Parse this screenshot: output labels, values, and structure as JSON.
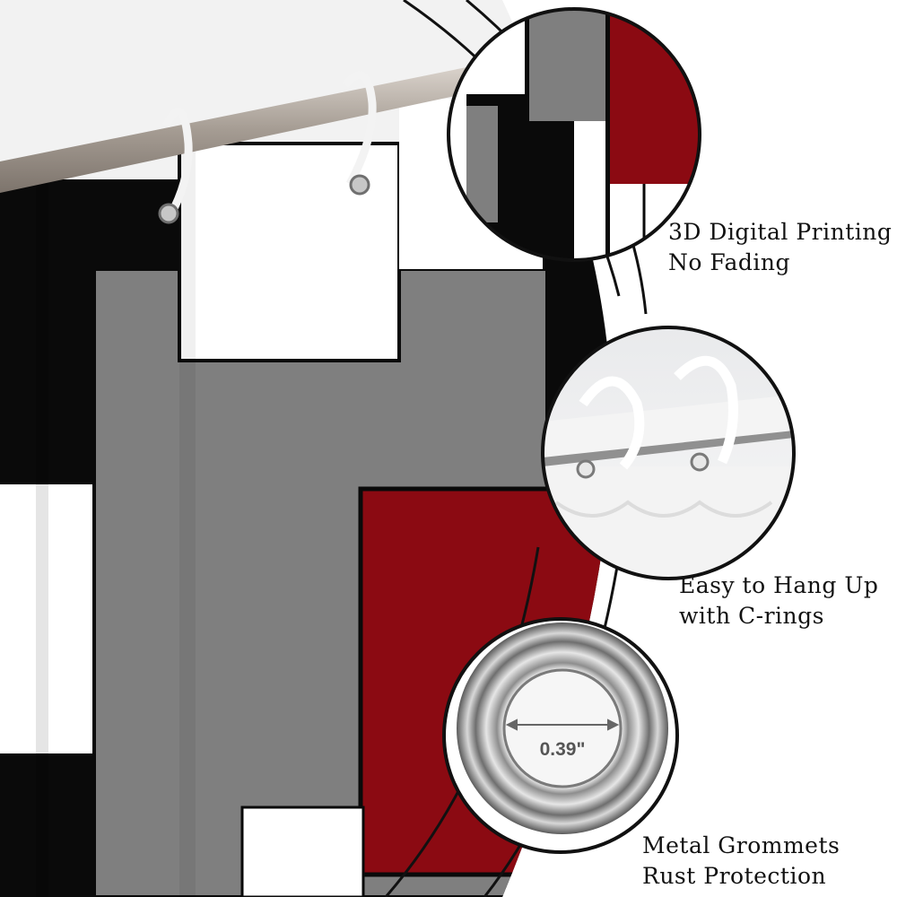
{
  "features": [
    {
      "line1": "3D Digital Printing",
      "line2": "No Fading"
    },
    {
      "line1": "Easy to Hang Up",
      "line2": "with C-rings"
    },
    {
      "line1": "Metal Grommets",
      "line2": "Rust Protection"
    }
  ],
  "grommet_measurement": "0.39\"",
  "colors": {
    "red": "#8b0a12",
    "gray": "#7f7f7f",
    "black": "#0a0a0a",
    "white": "#ffffff",
    "rod": "#b5aca3"
  }
}
